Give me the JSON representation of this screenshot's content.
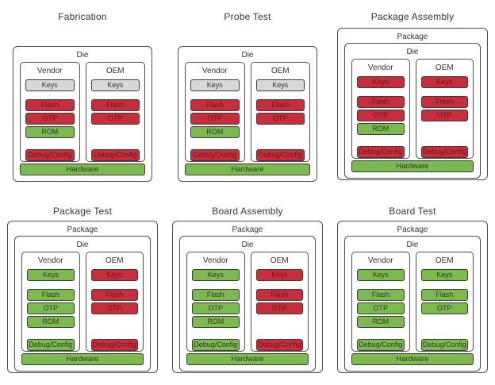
{
  "colors": {
    "red": "#c52f3b",
    "green": "#7cb94e",
    "gray": "#d8d8d8"
  },
  "labels": {
    "package": "Package",
    "die": "Die",
    "vendor": "Vendor",
    "oem": "OEM",
    "keys": "Keys",
    "flash": "Flash",
    "otp": "OTP",
    "rom": "ROM",
    "debug": "Debug/Config",
    "hardware": "Hardware"
  },
  "stages": [
    {
      "title": "Fabrication",
      "has_package": false,
      "vendor": {
        "keys": "gray",
        "flash": "red",
        "otp": "red",
        "rom": "green",
        "debug": "red"
      },
      "oem": {
        "keys": "gray",
        "flash": "red",
        "otp": "red",
        "rom": null,
        "debug": "red"
      },
      "hardware": "green"
    },
    {
      "title": "Probe Test",
      "has_package": false,
      "vendor": {
        "keys": "gray",
        "flash": "red",
        "otp": "red",
        "rom": "green",
        "debug": "red"
      },
      "oem": {
        "keys": "gray",
        "flash": "red",
        "otp": "red",
        "rom": null,
        "debug": "red"
      },
      "hardware": "green"
    },
    {
      "title": "Package Assembly",
      "has_package": true,
      "vendor": {
        "keys": "red",
        "flash": "red",
        "otp": "red",
        "rom": "green",
        "debug": "red"
      },
      "oem": {
        "keys": "red",
        "flash": "red",
        "otp": "red",
        "rom": null,
        "debug": "red"
      },
      "hardware": "green"
    },
    {
      "title": "Package Test",
      "has_package": true,
      "vendor": {
        "keys": "green",
        "flash": "green",
        "otp": "green",
        "rom": "green",
        "debug": "green"
      },
      "oem": {
        "keys": "red",
        "flash": "red",
        "otp": "red",
        "rom": null,
        "debug": "red"
      },
      "hardware": "green"
    },
    {
      "title": "Board Assembly",
      "has_package": true,
      "vendor": {
        "keys": "green",
        "flash": "green",
        "otp": "green",
        "rom": "green",
        "debug": "green"
      },
      "oem": {
        "keys": "red",
        "flash": "red",
        "otp": "red",
        "rom": null,
        "debug": "red"
      },
      "hardware": "green"
    },
    {
      "title": "Board Test",
      "has_package": true,
      "vendor": {
        "keys": "green",
        "flash": "green",
        "otp": "green",
        "rom": "green",
        "debug": "green"
      },
      "oem": {
        "keys": "green",
        "flash": "green",
        "otp": "green",
        "rom": null,
        "debug": "green"
      },
      "hardware": "green"
    }
  ]
}
